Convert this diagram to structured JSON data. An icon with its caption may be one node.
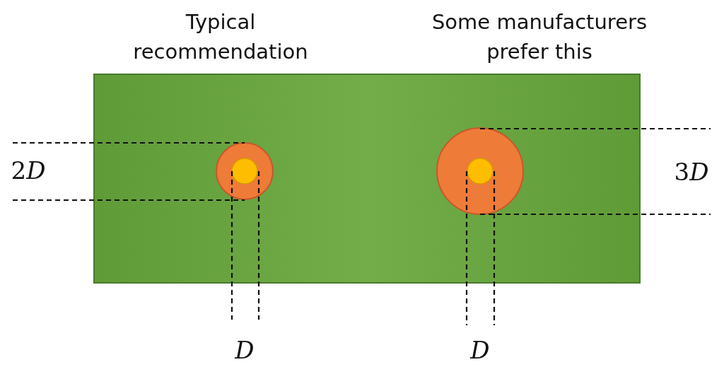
{
  "diagram": {
    "labels": [
      "Typical recommendation",
      "Some manufacturers prefer this",
      "2D",
      "3D",
      "D",
      "D"
    ]
  }
}
